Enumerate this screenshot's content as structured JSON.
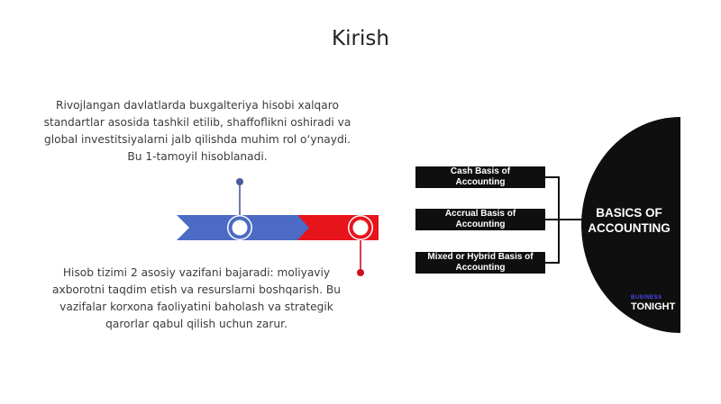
{
  "slide": {
    "title": "Kirish",
    "paragraph1_lines": [
      "Rivojlangan davlatlarda buxgalteriya hisobi xalqaro",
      "standartlar asosida tashkil etilib, shaffoflikni oshiradi va",
      "global investitsiyalarni jalb qilishda muhim rol oʻynaydi.",
      "Bu 1-tamoyil hisoblanadi."
    ],
    "paragraph2_lines": [
      "Hisob tizimi 2 asosiy vazifani bajaradi: moliyaviy",
      "axborotni taqdim etish va resurslarni boshqarish. Bu",
      "vazifalar korxona faoliyatini baholash va strategik",
      "qarorlar qabul qilish uchun zarur."
    ]
  },
  "timeline": {
    "colors": {
      "blue": "#4c6bc4",
      "red": "#e8141c",
      "post_blue": "#4a5a9a",
      "post_red": "#d01020"
    }
  },
  "infographic": {
    "boxes": [
      {
        "line1": "Cash Basis of",
        "line2": "Accounting"
      },
      {
        "line1": "Accrual Basis of",
        "line2": "Accounting"
      },
      {
        "line1": "Mixed or Hybrid Basis of",
        "line2": "Accounting"
      }
    ],
    "circle_title_line1": "BASICS OF",
    "circle_title_line2": "ACCOUNTING",
    "brand_top": "BUSINESS",
    "brand_bottom": "TONIGHT",
    "colors": {
      "dark": "#0f0f0f",
      "text": "#ffffff"
    }
  }
}
